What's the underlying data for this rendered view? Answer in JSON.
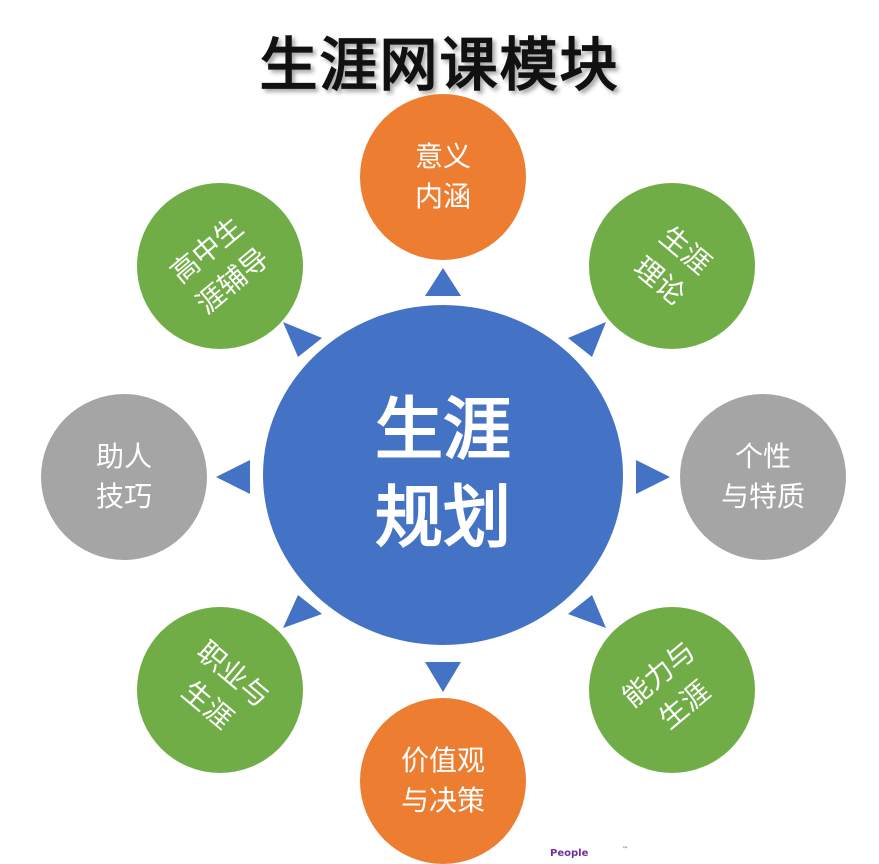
{
  "title": "生涯网课模块",
  "center": {
    "line1": "生涯",
    "line2": "规划",
    "color": "#4472c4"
  },
  "nodes": {
    "top": {
      "line1": "意义",
      "line2": "内涵",
      "color": "#ed7d31"
    },
    "top_right": {
      "line1": "生涯",
      "line2": "理论",
      "color": "#70ad47"
    },
    "right": {
      "line1": "个性",
      "line2": "与特质",
      "color": "#a5a5a5"
    },
    "bottom_right": {
      "line1": "能力与",
      "line2": "生涯",
      "color": "#70ad47"
    },
    "bottom": {
      "line1": "价值观",
      "line2": "与决策",
      "color": "#ed7d31"
    },
    "bottom_left": {
      "line1": "职业与",
      "line2": "生涯",
      "color": "#70ad47"
    },
    "left": {
      "line1": "助人",
      "line2": "技巧",
      "color": "#a5a5a5"
    },
    "top_left": {
      "line1": "高中生",
      "line2": "涯辅导",
      "color": "#70ad47"
    }
  },
  "arrow_color": "#4472c4",
  "watermark": "People"
}
